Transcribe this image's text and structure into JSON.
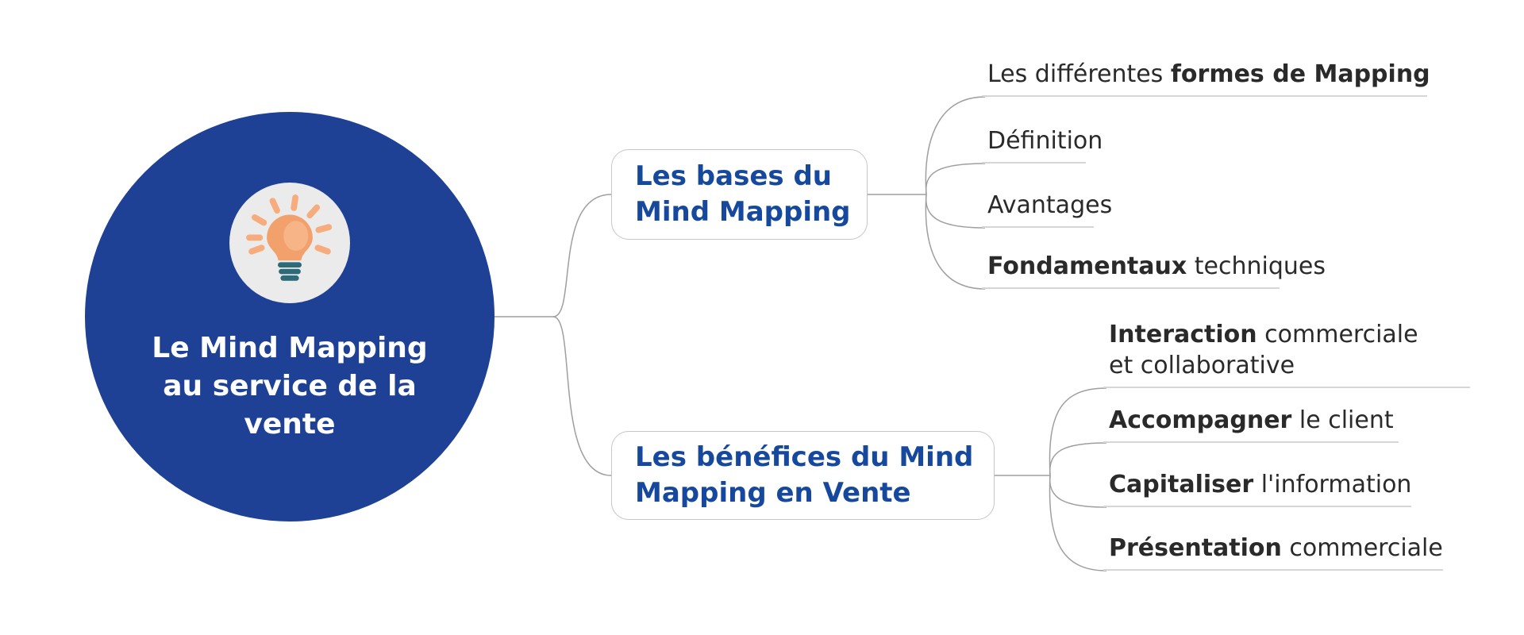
{
  "colors": {
    "node_fill": "#1e4095",
    "node_text": "#ffffff",
    "branch_text": "#16499e",
    "leaf_text": "#2a2a2a",
    "connector": "#9f9f9f",
    "box_border": "#c6c6c6",
    "underline": "#d6d6d6",
    "icon_bg": "#ebebeb",
    "bulb_body": "#f2a06c",
    "bulb_highlight": "#f6b487",
    "bulb_rays": "#f6ac7c",
    "bulb_base": "#2e6b78"
  },
  "center": {
    "icon": "lightbulb-icon",
    "title_lines": [
      "Le Mind Mapping",
      "au service de la",
      "vente"
    ]
  },
  "branches": [
    {
      "label_lines": [
        "Les bases du",
        "Mind Mapping"
      ],
      "children": [
        {
          "pre": "Les différentes ",
          "bold": "formes de Mapping",
          "post": "",
          "post2": ""
        },
        {
          "pre": "Définition",
          "bold": "",
          "post": "",
          "post2": ""
        },
        {
          "pre": "Avantages",
          "bold": "",
          "post": "",
          "post2": ""
        },
        {
          "pre": "",
          "bold": "Fondamentaux",
          "post": " techniques",
          "post2": ""
        }
      ]
    },
    {
      "label_lines": [
        "Les bénéfices du Mind",
        "Mapping en Vente"
      ],
      "children": [
        {
          "pre": "",
          "bold": "Interaction",
          "post": " commerciale",
          "post2": "et collaborative"
        },
        {
          "pre": "",
          "bold": "Accompagner",
          "post": " le client",
          "post2": ""
        },
        {
          "pre": "",
          "bold": "Capitaliser",
          "post": " l'information",
          "post2": ""
        },
        {
          "pre": "",
          "bold": "Présentation",
          "post": " commerciale",
          "post2": ""
        }
      ]
    }
  ]
}
